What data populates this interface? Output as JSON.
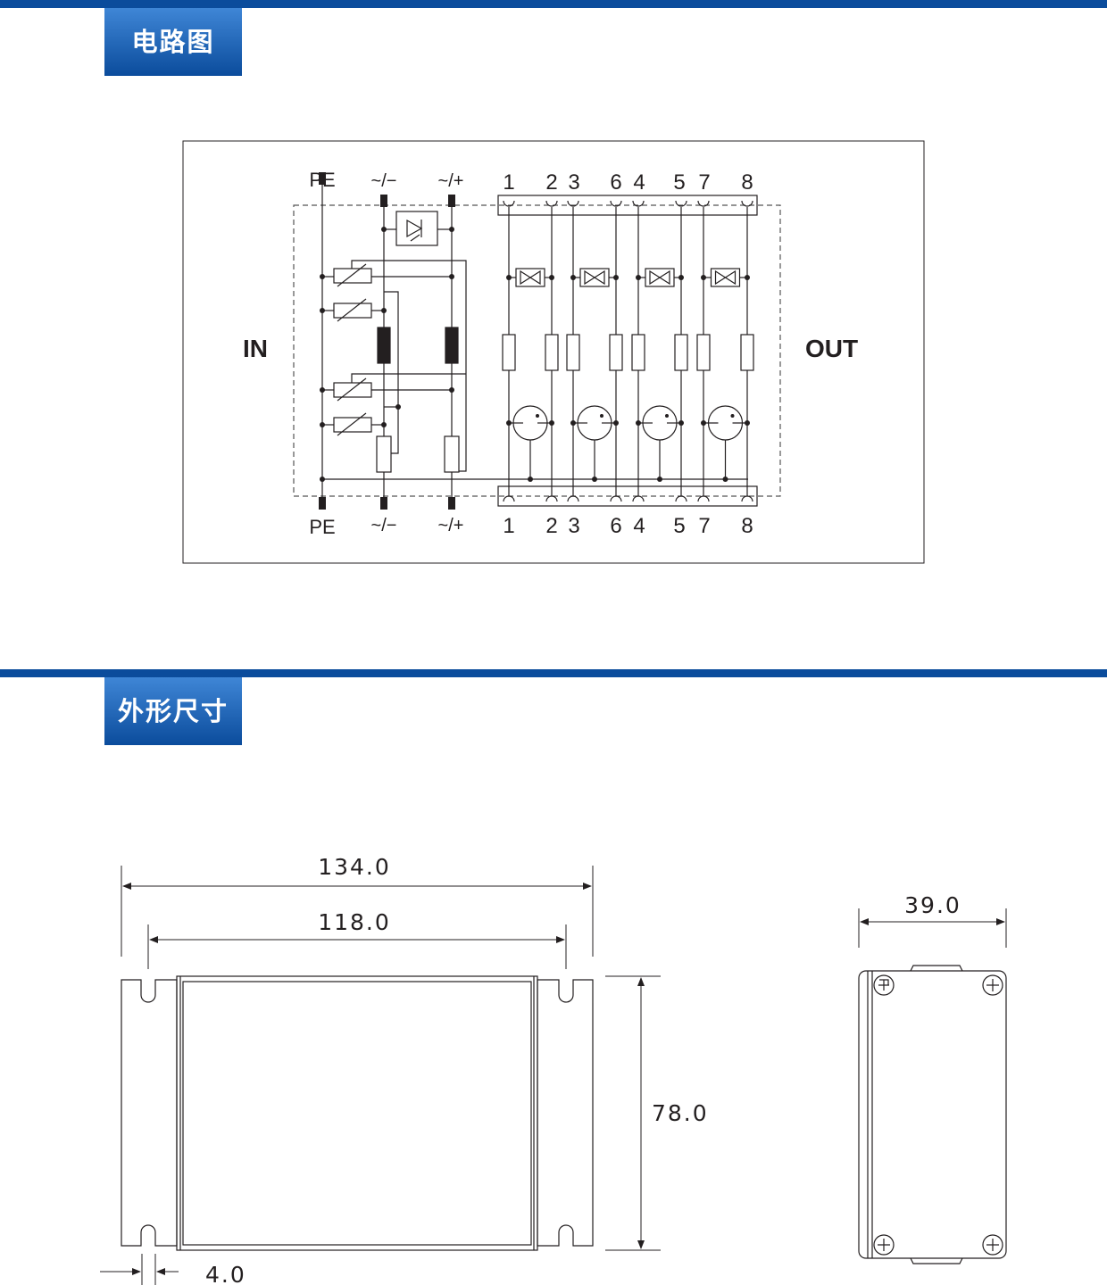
{
  "sections": {
    "circuit_title": "电路图",
    "dimensions_title": "外形尺寸"
  },
  "circuit": {
    "in_label": "IN",
    "out_label": "OUT",
    "top_terminals": [
      "PE",
      "~/−",
      "~/+"
    ],
    "bottom_terminals": [
      "PE",
      "~/−",
      "~/+"
    ],
    "top_pins": [
      "1",
      "2",
      "3",
      "6",
      "4",
      "5",
      "7",
      "8"
    ],
    "bottom_pins": [
      "1",
      "2",
      "3",
      "6",
      "4",
      "5",
      "7",
      "8"
    ]
  },
  "dimensions": {
    "overall_width": "134.0",
    "mount_spacing": "118.0",
    "height": "78.0",
    "slot_width": "4.0",
    "side_width": "39.0"
  },
  "colors": {
    "brand_blue": "#0b4c9c",
    "tab_light": "#3f86d6",
    "line": "#231f20"
  }
}
